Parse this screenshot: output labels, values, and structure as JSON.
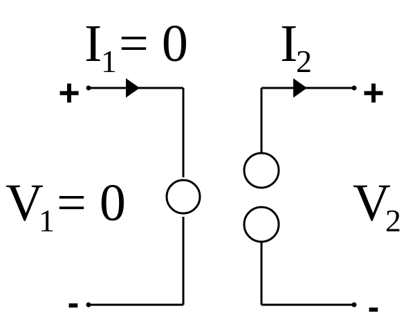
{
  "colors": {
    "line": "#000000",
    "background": "#ffffff"
  },
  "labels": {
    "i1": {
      "base": "I",
      "sub": "1",
      "rest": "= 0"
    },
    "i2": {
      "base": "I",
      "sub": "2"
    },
    "v1": {
      "base": "V",
      "sub": "1",
      "rest": "= 0"
    },
    "v2": {
      "base": "V",
      "sub": "2"
    }
  },
  "terminals": {
    "left_plus": "+",
    "left_minus": "-",
    "right_plus": "+",
    "right_minus": "-"
  }
}
